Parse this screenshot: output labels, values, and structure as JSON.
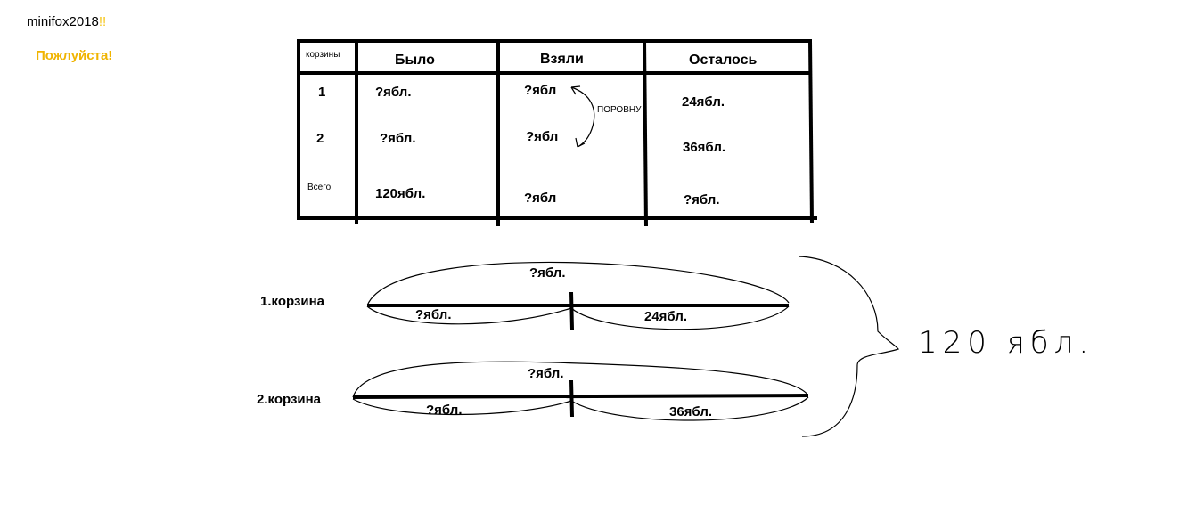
{
  "header": {
    "author": "minifox2018",
    "author_suffix": "!!",
    "please": "Пожлуйста!"
  },
  "table": {
    "col0_header": "корзины",
    "col_headers": [
      "Было",
      "Взяли",
      "Осталось"
    ],
    "rows": [
      {
        "label": "1",
        "was": "?ябл.",
        "taken": "?ябл",
        "left": "24ябл."
      },
      {
        "label": "2",
        "was": "?ябл.",
        "taken": "?ябл",
        "left": "36ябл."
      },
      {
        "label": "Всего",
        "was": "120ябл.",
        "taken": "?ябл",
        "left": "?ябл."
      }
    ],
    "equal_note": "ПОРОВНУ"
  },
  "diagram": {
    "basket1": {
      "label": "1.корзина",
      "total": "?ябл.",
      "taken": "?ябл.",
      "left": "24ябл."
    },
    "basket2": {
      "label": "2.корзина",
      "total": "?ябл.",
      "taken": "?ябл.",
      "left": "36ябл."
    },
    "sum": "120 ябл."
  },
  "colors": {
    "ink": "#000000",
    "accent": "#f0b400"
  }
}
